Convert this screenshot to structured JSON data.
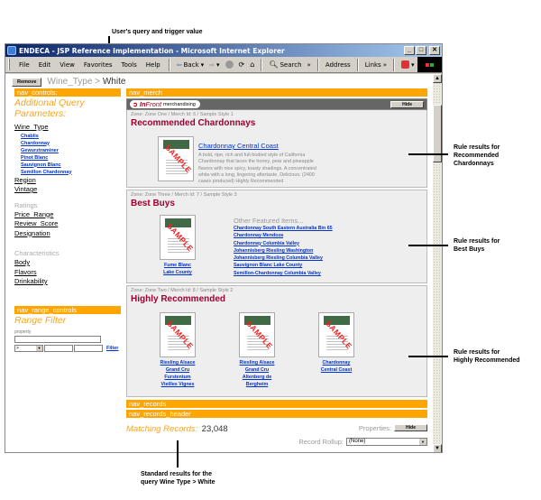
{
  "annotations": {
    "top": "User's query and trigger value",
    "right": [
      "Rule results for\nRecommended\nChardonnays",
      "Rule results for\nBest Buys",
      "Rule results for\nHighly Recommended"
    ],
    "bottom": "Standard results for the\nquery Wine Type > White"
  },
  "window": {
    "title": "ENDECA - JSP Reference Implementation - Microsoft Internet Explorer",
    "controls": {
      "minimize": "_",
      "maximize": "□",
      "close": "✕"
    }
  },
  "menubar": {
    "items": [
      "File",
      "Edit",
      "View",
      "Favorites",
      "Tools",
      "Help"
    ],
    "toolbar": {
      "back": "Back",
      "search": "Search",
      "address": "Address",
      "links": "Links",
      "more": "»"
    }
  },
  "breadcrumb": {
    "remove_label": "Remove",
    "dimension": "Wine_Type",
    "separator": ">",
    "value": "White"
  },
  "nav_controls": {
    "bar_label": "nav_controls:",
    "heading": "Additional Query Parameters:",
    "dimension": "Wine_Type",
    "sub_values": [
      "Chablis",
      "Chardonnay",
      "Gewurztraminer",
      "Pinot Blanc",
      "Sauvignon Blanc",
      "Semillon Chardonnay"
    ],
    "dims_a": [
      "Region",
      "Vintage"
    ],
    "group_ratings": "Ratings",
    "dims_ratings": [
      "Price_Range",
      "Review_Score",
      "Designation"
    ],
    "group_characteristics": "Characteristics",
    "dims_characteristics": [
      "Body",
      "Flavors",
      "Drinkability"
    ]
  },
  "nav_range_controls": {
    "bar_label": "nav_range_controls",
    "heading": "Range Filter",
    "property_label": "property",
    "operator": ">",
    "filter_label": "Filter"
  },
  "nav_merch": {
    "bar_label": "nav_merch",
    "logo": {
      "in": "In",
      "front": "Front",
      "merch": "merchandising"
    },
    "hide_label": "Hide",
    "sample_stamp": "SAMPLE",
    "zones": [
      {
        "meta": "Zone: Zone One / Merch Id: 6 / Sample Style 1",
        "title": "Recommended Chardonnays",
        "item_title": "Chardonnay Central Coast",
        "item_desc": "A bold, ripe, rich and full-bodied style of California Chardonnay that laces the honey, pear and pineapple flavors with nice spicy, toasty shadings. A concentrated white with a long, lingering aftertaste. Delicious. (2400 cases produced) Highly Recommended"
      },
      {
        "meta": "Zone: Zone Three / Merch Id: 7 / Sample Style 3",
        "title": "Best Buys",
        "item_caption": [
          "Fume Blanc",
          "Lake County"
        ],
        "featured_heading": "Other Featured Items...",
        "featured": [
          "Chardonnay South Eastern Australia Bin 65",
          "Chardonnay Mendoza",
          "Chardonnay Columbia Valley",
          "Johannisberg Riesling Washington",
          "Johannisberg Riesling Columbia Valley",
          "Sauvignon Blanc Lake County",
          "Semillon-Chardonnay Columbia Valley"
        ]
      },
      {
        "meta": "Zone: Zone Two / Merch Id: 8 / Sample Style 2",
        "title": "Highly Recommended",
        "items": [
          [
            "Riesling Alsace",
            "Grand Cru",
            "Furstentum",
            "Vieilles Vignes"
          ],
          [
            "Riesling Alsace",
            "Grand Cru",
            "Altenberg de",
            "Bergheim"
          ],
          [
            "Chardonnay",
            "Central Coast"
          ]
        ]
      }
    ]
  },
  "nav_records": {
    "bar_label": "nav_records",
    "header_bar_label": "nav_records_header",
    "matching_label": "Matching Records:",
    "matching_count": "23,048",
    "properties_label": "Properties:",
    "properties_hide": "Hide",
    "rollup_label": "Record Rollup:",
    "rollup_value": "(None)"
  }
}
